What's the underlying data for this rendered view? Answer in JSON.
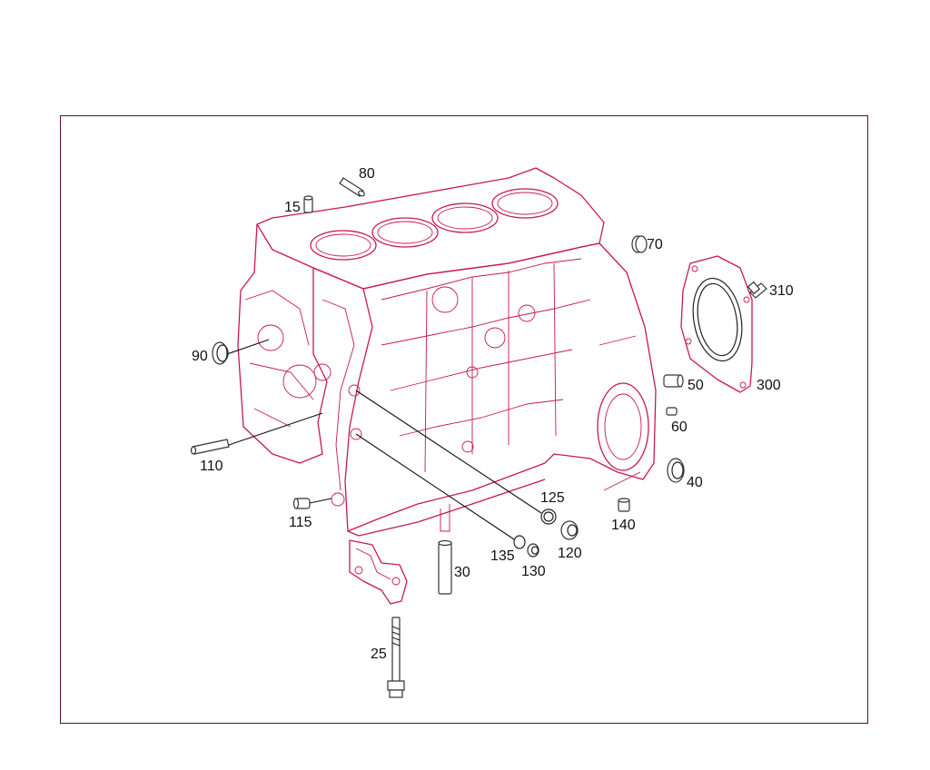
{
  "callouts": {
    "c15": "15",
    "c80": "80",
    "c70": "70",
    "c310": "310",
    "c90": "90",
    "c50": "50",
    "c300": "300",
    "c60": "60",
    "c110": "110",
    "c40": "40",
    "c125": "125",
    "c140": "140",
    "c115": "115",
    "c120": "120",
    "c135": "135",
    "c130": "130",
    "c30": "30",
    "c25": "25"
  },
  "colors": {
    "linework": "#c8194a",
    "frame": "#5a1020",
    "text": "#111111"
  }
}
